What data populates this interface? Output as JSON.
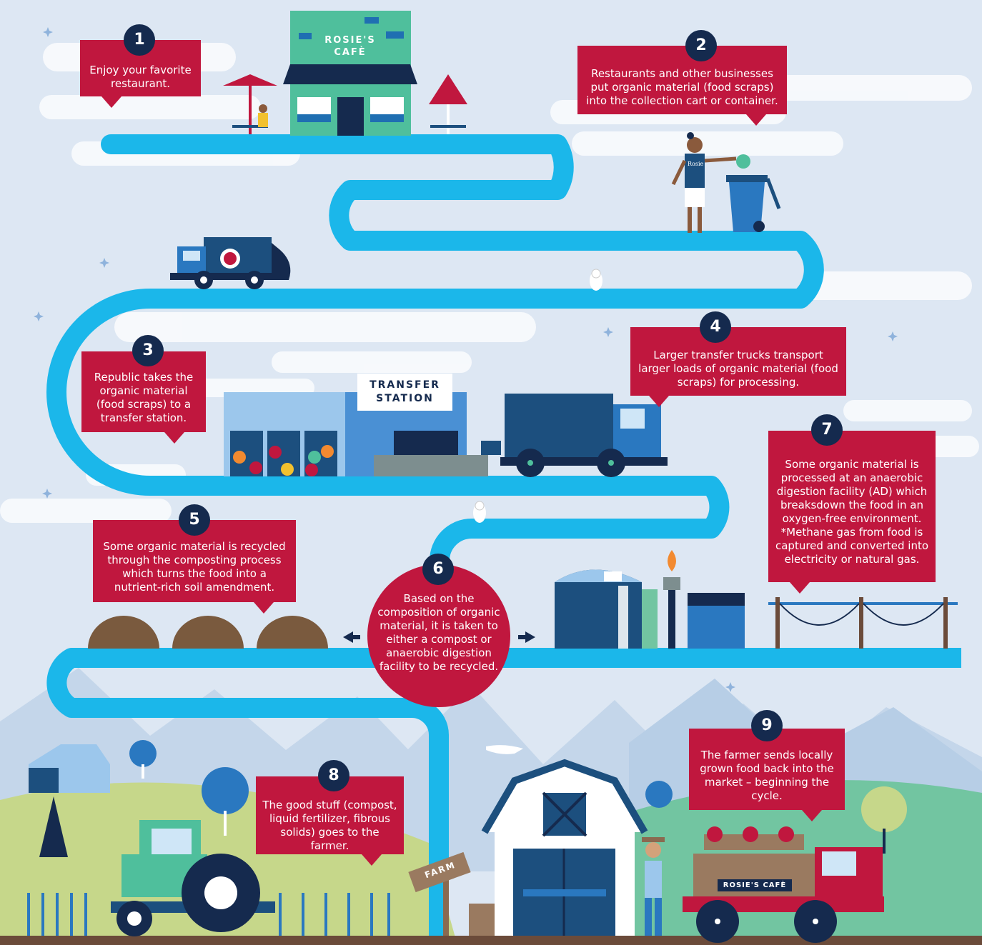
{
  "steps": [
    {
      "num": "1",
      "text": "Enjoy your favorite restaurant."
    },
    {
      "num": "2",
      "text": "Restaurants and other businesses put organic material (food scraps) into the collection cart or container."
    },
    {
      "num": "3",
      "text": "Republic takes the organic material (food scraps) to a transfer station."
    },
    {
      "num": "4",
      "text": "Larger transfer trucks transport larger loads of organic material (food scraps) for processing."
    },
    {
      "num": "5",
      "text": "Some organic material is recycled through the composting process which turns the food into a nutrient-rich soil amendment."
    },
    {
      "num": "6",
      "text": "Based on the composition of organic material, it is taken to either a compost or anaerobic digestion facility to be recycled."
    },
    {
      "num": "7",
      "text": "Some organic material is processed at an anaerobic digestion facility (AD) which breaksdown the food in an oxygen-free environment. *Methane gas from food is captured and converted into electricity or natural gas."
    },
    {
      "num": "8",
      "text": "The good stuff (compost, liquid fertilizer, fibrous solids) goes to the farmer."
    },
    {
      "num": "9",
      "text": "The farmer sends locally grown food back into the market – beginning the cycle."
    }
  ],
  "signs": {
    "cafe": "ROSIE'S CAFÈ",
    "transfer_station": "TRANSFER STATION",
    "farm": "FARM",
    "truck": "ROSIE'S CAFÈ",
    "apron": "Rosie"
  },
  "colors": {
    "background": "#dde7f3",
    "path": "#1bb7ea",
    "callout": "#c0173e",
    "badge": "#152a4e",
    "navy": "#1c4f7e"
  }
}
